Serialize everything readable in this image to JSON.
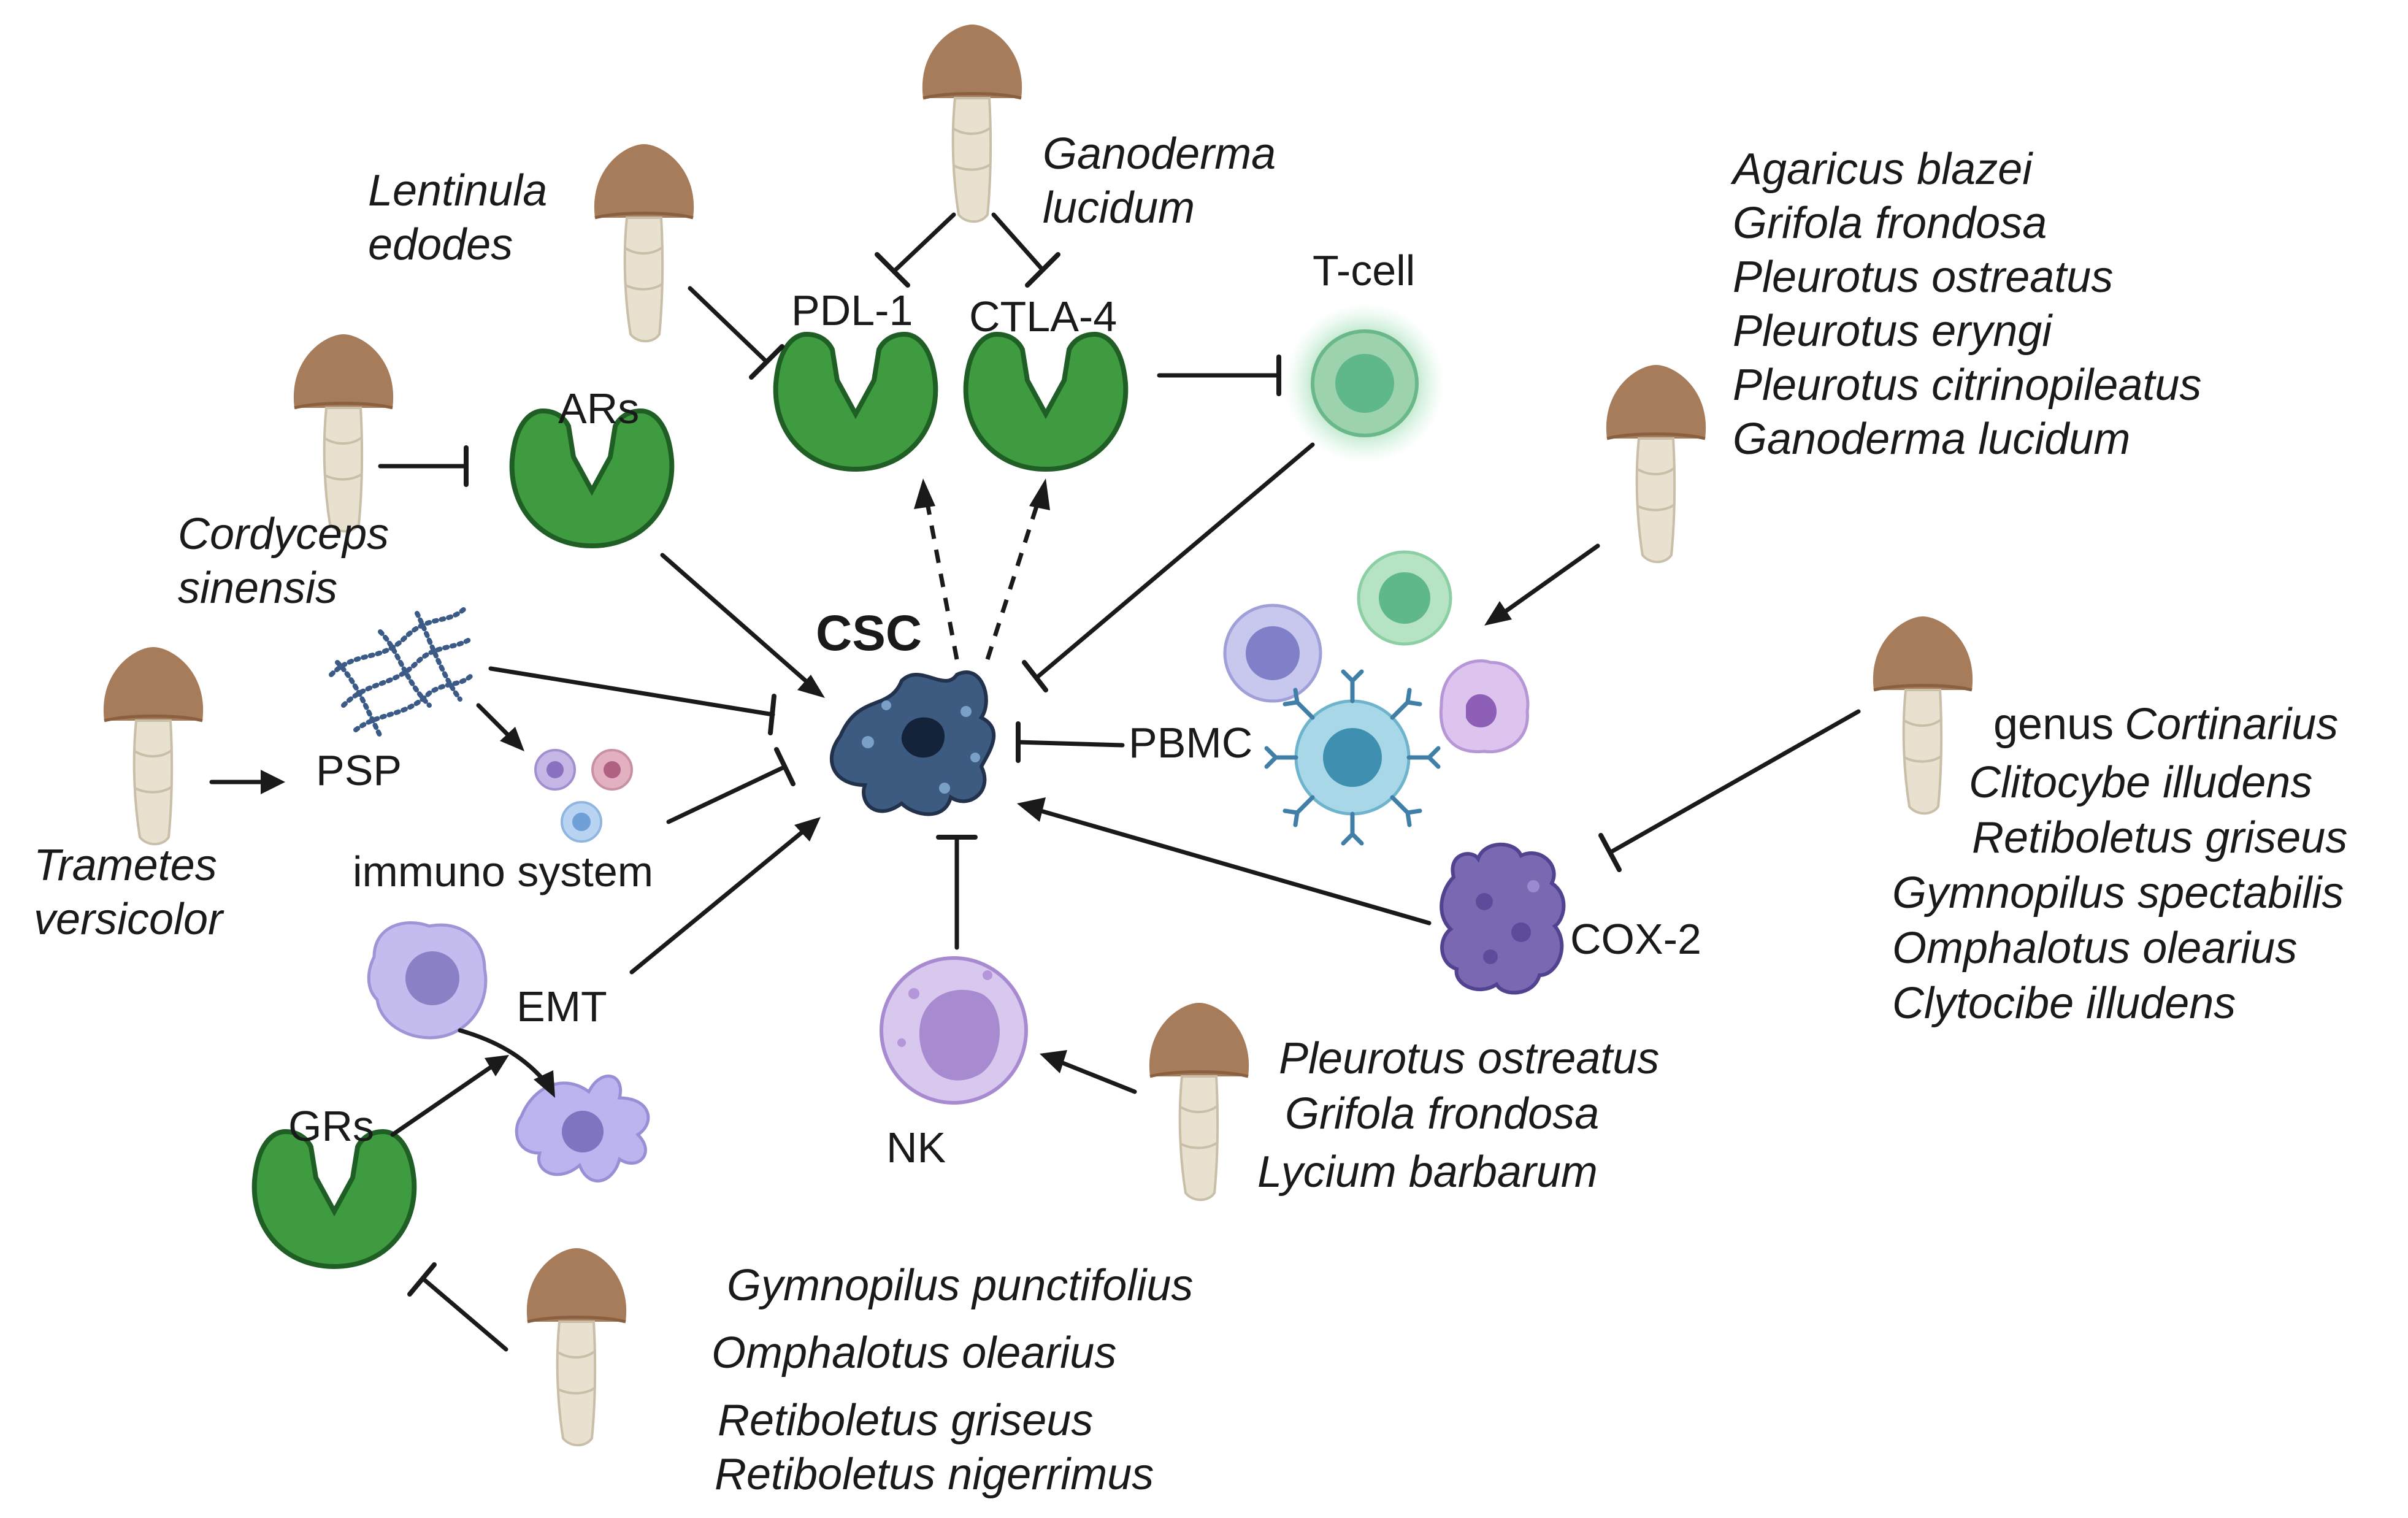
{
  "labels": {
    "csc": "CSC",
    "pdl1": "PDL-1",
    "ctla4": "CTLA-4",
    "tcell": "T-cell",
    "ars": "ARs",
    "psp": "PSP",
    "immuno": "immuno system",
    "pbmc": "PBMC",
    "cox2": "COX-2",
    "emt": "EMT",
    "grs": "GRs",
    "nk": "NK"
  },
  "species": {
    "lentinula": [
      "Lentinula",
      "edodes"
    ],
    "ganoderma": [
      "Ganoderma",
      "lucidum"
    ],
    "cordyceps": [
      "Cordyceps",
      "sinensis"
    ],
    "trametes": [
      "Trametes",
      "versicolor"
    ],
    "pbmc_group": [
      "Agaricus blazei",
      "Grifola frondosa",
      "Pleurotus ostreatus",
      "Pleurotus eryngi",
      "Pleurotus citrinopileatus",
      "Ganoderma lucidum"
    ],
    "cox_group": [
      "Cortinarius",
      "Clitocybe illudens",
      "Retiboletus griseus",
      "Gymnopilus spectabilis",
      "Omphalotus olearius",
      "Clytocibe illudens"
    ],
    "cox_genus_prefix": "genus",
    "nk_group": [
      "Pleurotus ostreatus",
      "Grifola frondosa",
      "Lycium barbarum"
    ],
    "gr_group": [
      "Gymnopilus punctifolius",
      "Omphalotus olearius",
      "Retiboletus griseus",
      "Retiboletus nigerrimus"
    ]
  },
  "colors": {
    "receptor": "#3f9b3f",
    "receptor_dark": "#1f5e24",
    "mushroom_cap": "#a67c5a",
    "mushroom_stem": "#e8e1d0",
    "csc": "#3d5a80",
    "cox2": "#7a68b3",
    "tcell": "#5fb88a"
  },
  "icons": [
    "mushroom-icon",
    "receptor-icon",
    "t-cell-icon",
    "csc-cell-icon",
    "pbmc-cluster-icon",
    "cox2-protein-icon",
    "nk-cell-icon",
    "psp-polymer-icon",
    "immune-cells-icon",
    "emt-cells-icon"
  ]
}
